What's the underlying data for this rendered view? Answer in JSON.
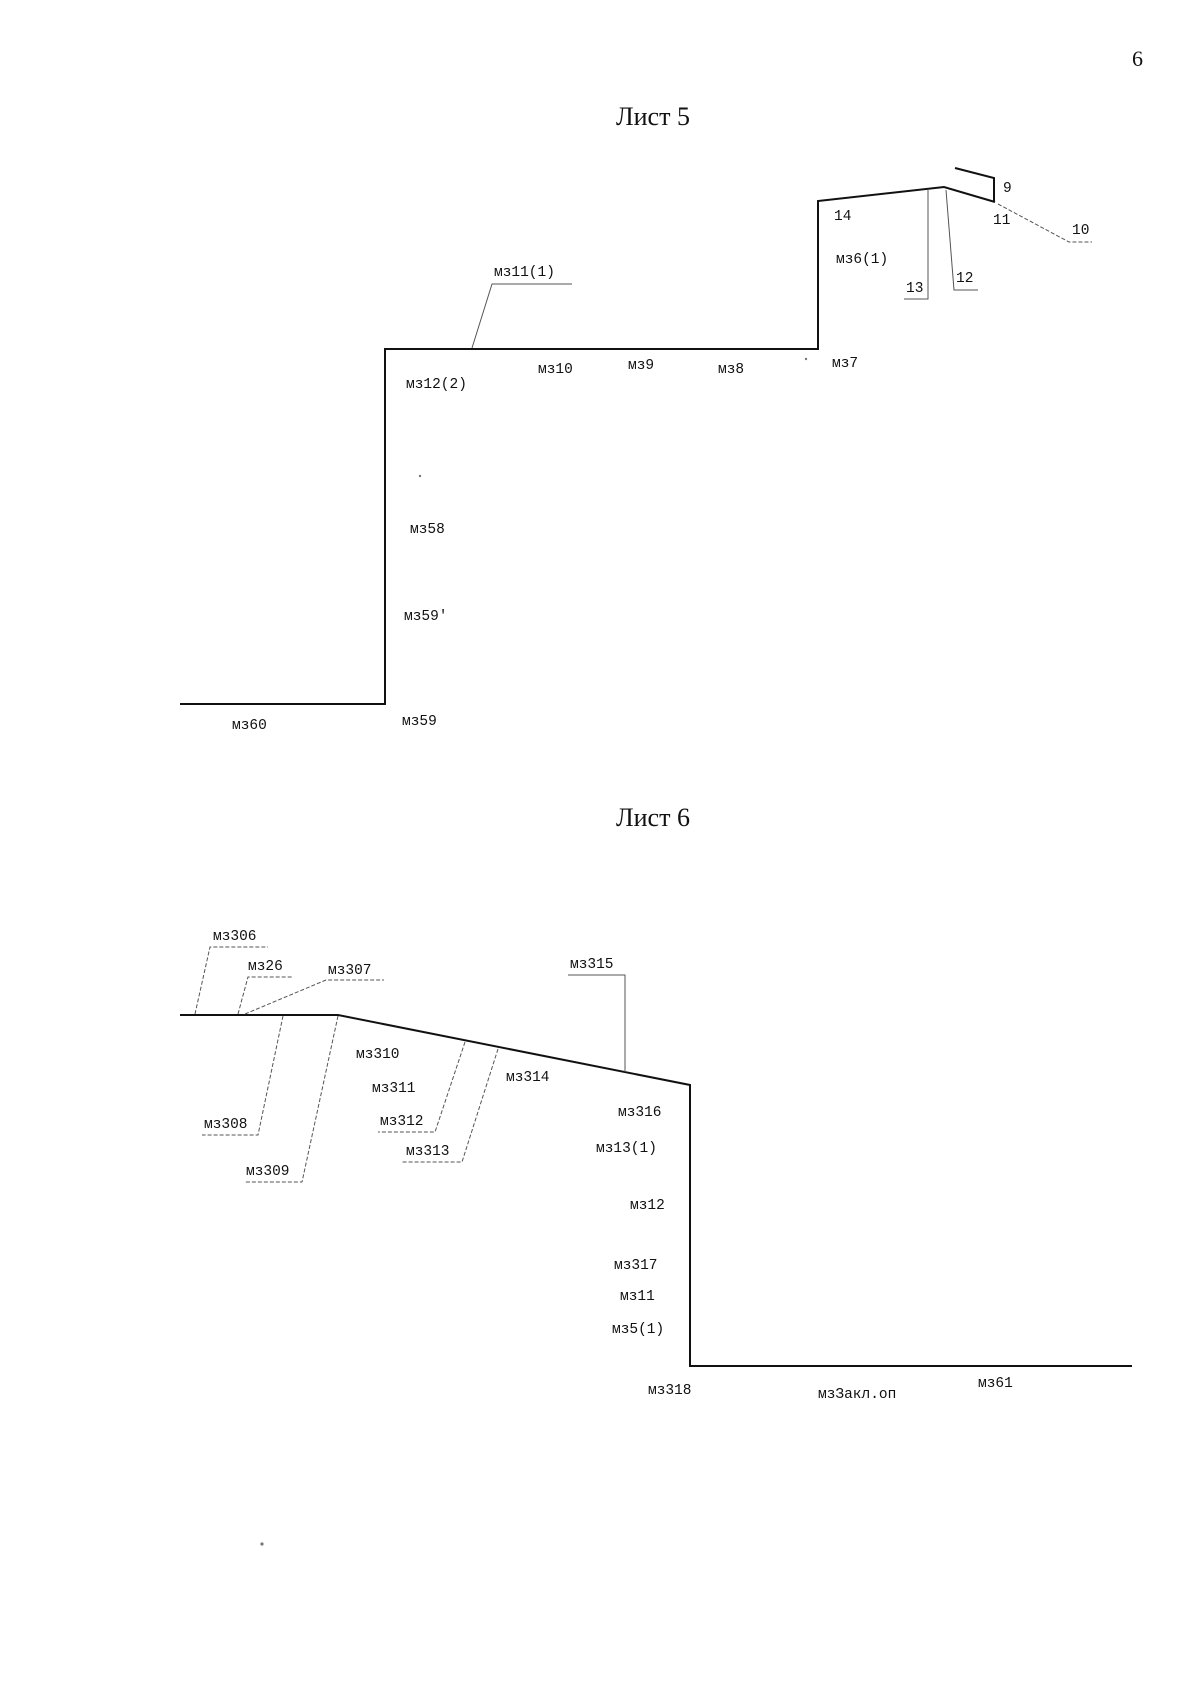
{
  "page_number": "6",
  "sheets": [
    {
      "title": "Лист 5",
      "labels": {
        "mz11_1": "мз11(1)",
        "mz12_2": "мз12(2)",
        "mz10": "мз10",
        "mz9": "мз9",
        "mz8": "мз8",
        "mz7": "мз7",
        "mz6_1": "мз6(1)",
        "n14": "14",
        "n13": "13",
        "n12": "12",
        "n11": "11",
        "n10": "10",
        "n9": "9",
        "mz58": "мз58",
        "mz59p": "мз59'",
        "mz60": "мз60",
        "mz59": "мз59"
      }
    },
    {
      "title": "Лист 6",
      "labels": {
        "mz306": "мз306",
        "mz26": "мз26",
        "mz307": "мз307",
        "mz315": "мз315",
        "mz310": "мз310",
        "mz311": "мз311",
        "mz312": "мз312",
        "mz313": "мз313",
        "mz314": "мз314",
        "mz308": "мз308",
        "mz309": "мз309",
        "mz316": "мз316",
        "mz13_1": "мз13(1)",
        "mz12": "мз12",
        "mz317": "мз317",
        "mz11": "мз11",
        "mz5_1": "мз5(1)",
        "mz318": "мз318",
        "mz3akl": "мзЗакл.оп",
        "mz61": "мз61"
      }
    }
  ]
}
